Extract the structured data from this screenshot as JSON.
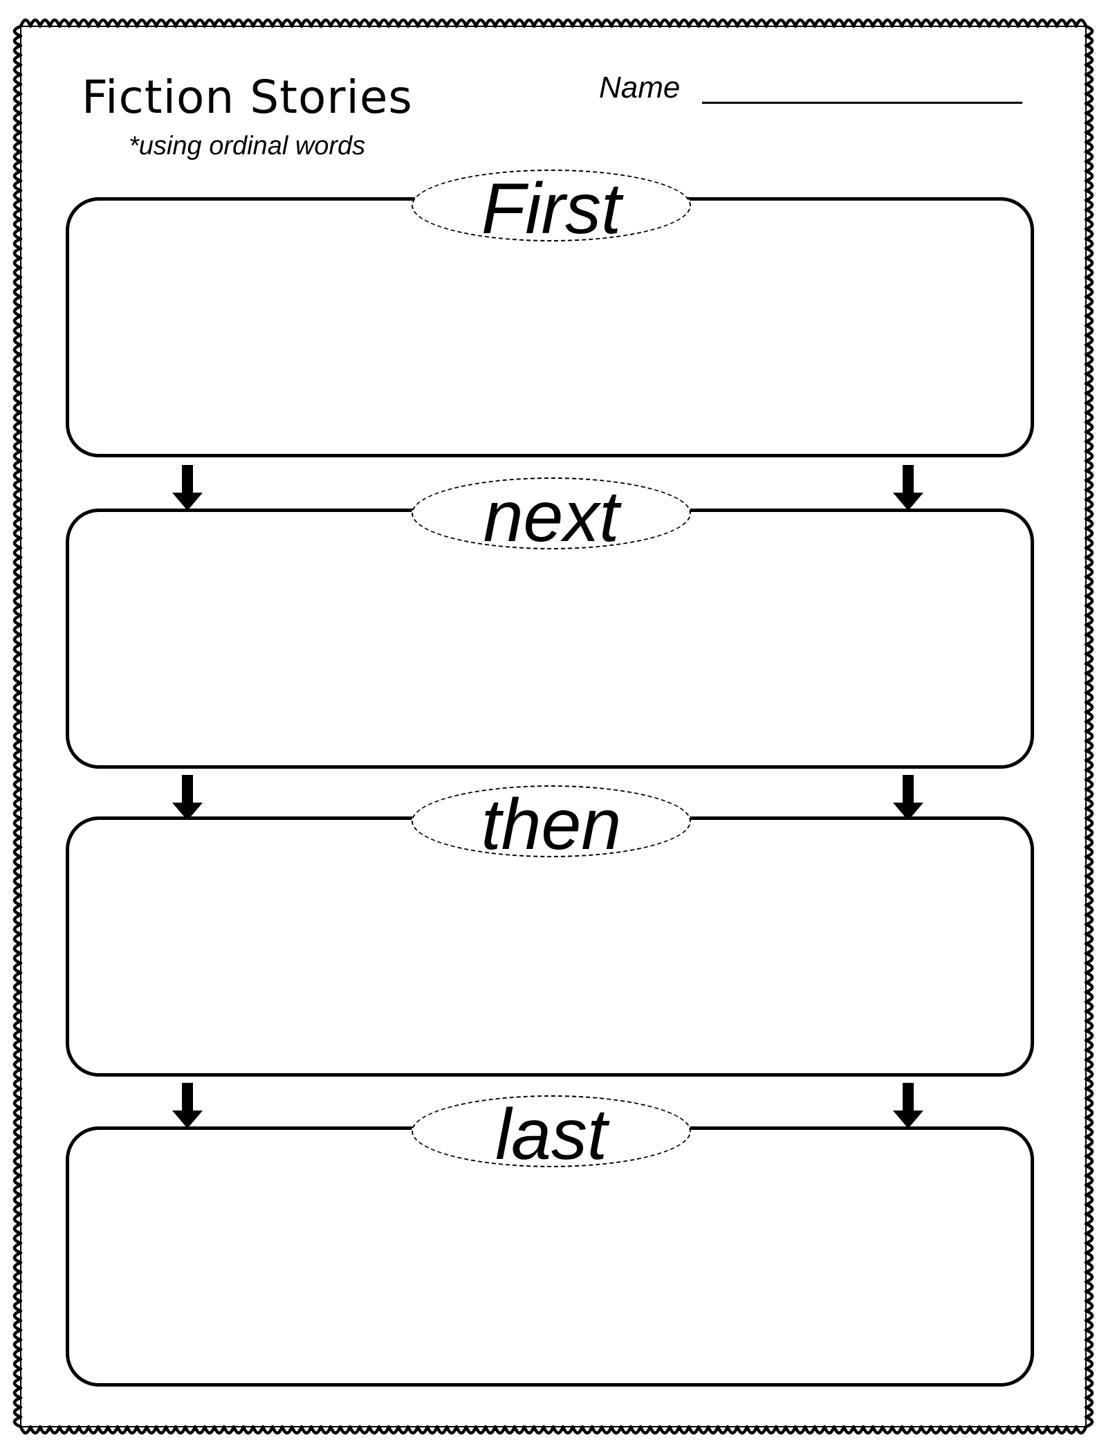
{
  "worksheet": {
    "title": "Fiction Stories",
    "subtitle": "*using ordinal words",
    "name_label": "Name"
  },
  "sections": [
    {
      "label": "First"
    },
    {
      "label": "next"
    },
    {
      "label": "then"
    },
    {
      "label": "last"
    }
  ]
}
